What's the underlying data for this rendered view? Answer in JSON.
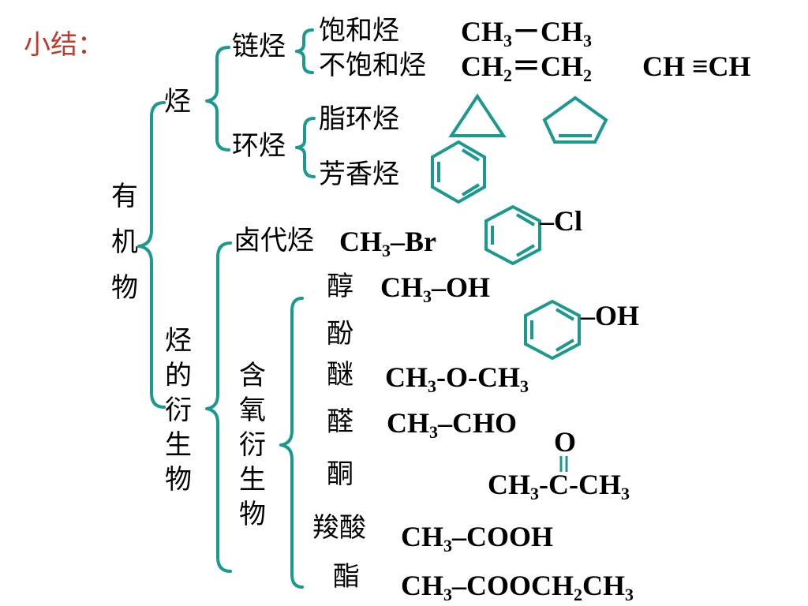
{
  "summary_label": "小结：",
  "accent_color": "#c0392b",
  "bracket_color": "#1a9a8f",
  "root": "有机物",
  "branches": {
    "hydrocarbon": "烃",
    "derivative": "烃的衍生物"
  },
  "hydrocarbon": {
    "chain": "链烃",
    "ring": "环烃",
    "saturated": {
      "label": "饱和烃",
      "formula_a": "CH",
      "sub_a": "3",
      "bond": "－",
      "formula_b": "CH",
      "sub_b": "3"
    },
    "unsaturated": {
      "label": "不饱和烃",
      "formula_a": "CH",
      "sub_a": "2",
      "bond": "＝",
      "formula_b": "CH",
      "sub_b": "2",
      "alkyne": "CH ≡CH"
    },
    "alicyclic": {
      "label": "脂环烃"
    },
    "aromatic": {
      "label": "芳香烃"
    }
  },
  "derivatives": {
    "halo": {
      "label": "卤代烃",
      "pre": "CH",
      "sub": "3",
      "post": "–Br",
      "chlorobenzene_sub": "–Cl"
    },
    "oxygen_group": "含氧衍生物",
    "alcohol": {
      "label": "醇",
      "pre": "CH",
      "sub": "3",
      "post": "–OH"
    },
    "phenol": {
      "label": "酚",
      "substituent": "–OH"
    },
    "ether": {
      "label": "醚",
      "pre": "CH",
      "sub1": "3",
      "mid": "-O-CH",
      "sub2": "3"
    },
    "aldehyde": {
      "label": "醛",
      "pre": "CH",
      "sub": "3",
      "post": "–CHO"
    },
    "ketone": {
      "label": "酮",
      "oxygen": "O",
      "pre": "CH",
      "sub1": "3",
      "mid": "-C-CH",
      "sub2": "3"
    },
    "acid": {
      "label": "羧酸",
      "pre": "CH",
      "sub": "3",
      "post": "–COOH"
    },
    "ester": {
      "label": "酯",
      "pre": "CH",
      "sub1": "3",
      "mid": "–COOCH",
      "sub2": "2",
      "mid2": "CH",
      "sub3": "3"
    }
  }
}
